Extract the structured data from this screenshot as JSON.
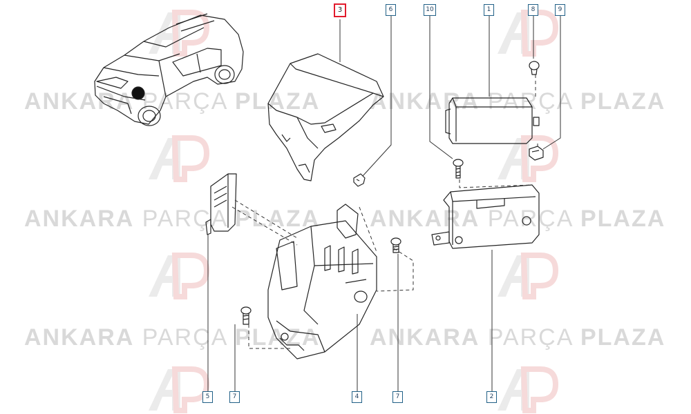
{
  "watermark": {
    "brand_bold": "ANKARA",
    "brand_light": "PARÇA",
    "brand_bold2": "PLAZA"
  },
  "callouts": [
    {
      "id": "callout-3",
      "text": "3",
      "highlight": true
    },
    {
      "id": "callout-6",
      "text": "6",
      "highlight": false
    },
    {
      "id": "callout-10",
      "text": "10",
      "highlight": false
    },
    {
      "id": "callout-1",
      "text": "1",
      "highlight": false
    },
    {
      "id": "callout-8",
      "text": "8",
      "highlight": false
    },
    {
      "id": "callout-9",
      "text": "9",
      "highlight": false
    },
    {
      "id": "callout-5",
      "text": "5",
      "highlight": false
    },
    {
      "id": "callout-7a",
      "text": "7",
      "highlight": false
    },
    {
      "id": "callout-4",
      "text": "4",
      "highlight": false
    },
    {
      "id": "callout-7b",
      "text": "7",
      "highlight": false
    },
    {
      "id": "callout-2",
      "text": "2",
      "highlight": false
    }
  ],
  "colors": {
    "highlight": "#e21a2c",
    "callout_border": "#1f5f86",
    "line": "#222222",
    "watermark": "#d9d9d9"
  }
}
